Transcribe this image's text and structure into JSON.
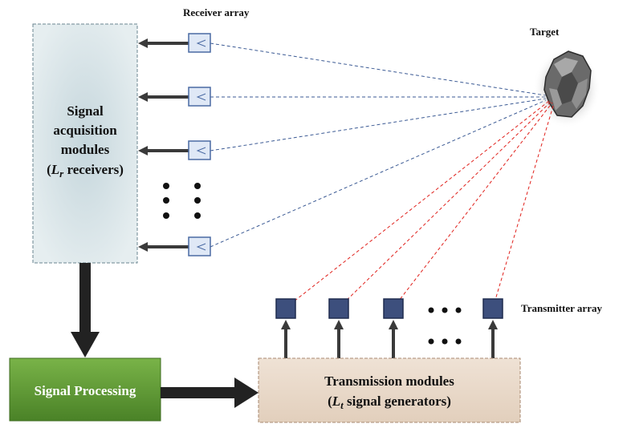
{
  "labels": {
    "receiver_array": "Receiver array",
    "target": "Target",
    "transmitter_array": "Transmitter array"
  },
  "acquisition": {
    "line1": "Signal",
    "line2": "acquisition",
    "line3": "modules",
    "line4_prefix": "(",
    "line4_var": "L",
    "line4_sub": "r",
    "line4_suffix": " receivers)"
  },
  "processing": {
    "label": "Signal Processing"
  },
  "transmission": {
    "line1": "Transmission modules",
    "line2_prefix": "(",
    "line2_var": "L",
    "line2_sub": "t",
    "line2_suffix": " signal generators)"
  },
  "colors": {
    "acquisition_fill": "#dbe6ea",
    "processing_fill": "#5f9b35",
    "transmission_fill": "#eadbcc",
    "element_fill": "#3d4f7d",
    "receiver_fill": "#dfe8f6",
    "rx_ray": "#3b5a94",
    "tx_ray": "#e0201b",
    "arrow": "#3a3a3a"
  }
}
